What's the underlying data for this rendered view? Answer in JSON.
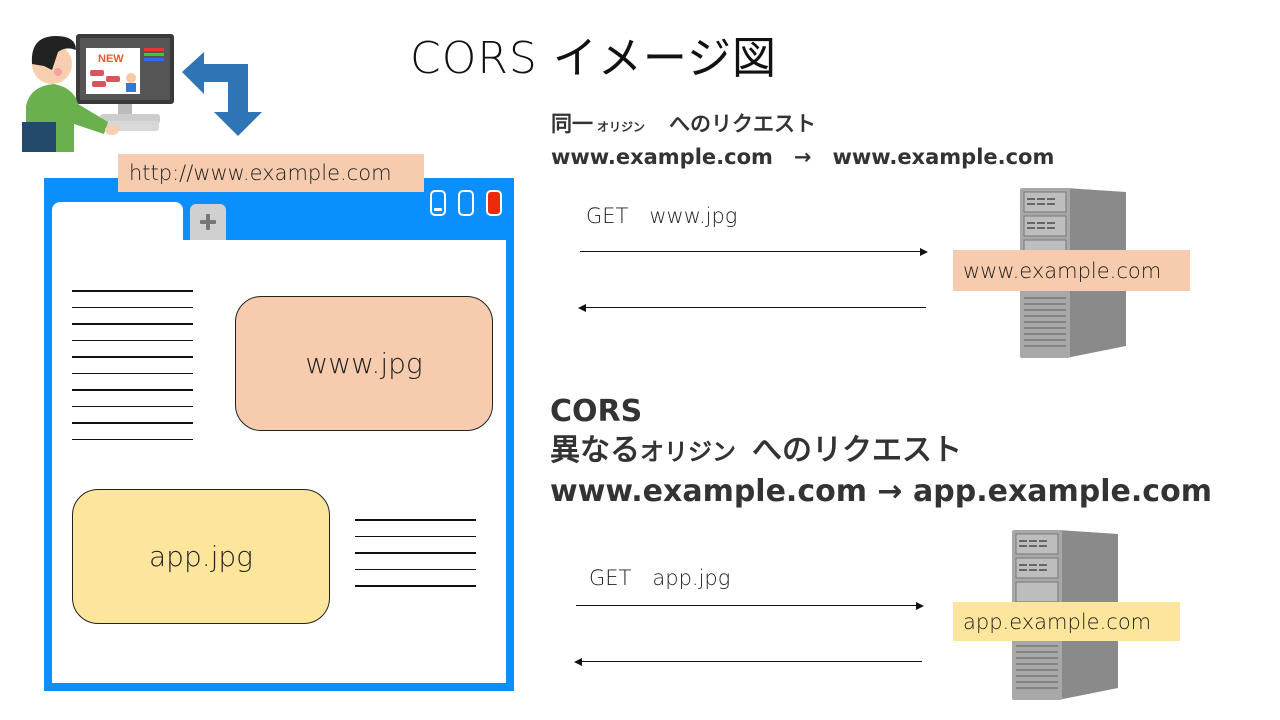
{
  "title": "CORS イメージ図",
  "client": {
    "illustration": "person-at-computer",
    "arrow": "double-bent-arrow",
    "url_label": "http://www.example.com",
    "browser": {
      "tab_add_symbol": "+",
      "window_buttons": [
        "minimize",
        "maximize",
        "close"
      ],
      "images": [
        {
          "label": "www.jpg",
          "color": "#f7cbad"
        },
        {
          "label": "app.jpg",
          "color": "#fde59c"
        }
      ]
    }
  },
  "same_origin": {
    "heading_prefix": "同一",
    "heading_small": "オリジン",
    "heading_suffix": "へのリクエスト",
    "route": "www.example.com　→　www.example.com",
    "request_label": "GET　www.jpg",
    "server_label": "www.example.com",
    "server_label_color": "#f7cbad"
  },
  "cross_origin": {
    "heading_title": "CORS",
    "heading_prefix": "異なる",
    "heading_small": "オリジン",
    "heading_suffix": "へのリクエスト",
    "route": "www.example.com → app.example.com",
    "request_label": "GET　app.jpg",
    "server_label": "app.example.com",
    "server_label_color": "#fde59c"
  },
  "colors": {
    "browser_frame": "#0a8ffc",
    "close_button": "#ee2a0a",
    "arrow_blue": "#2e75b6"
  }
}
